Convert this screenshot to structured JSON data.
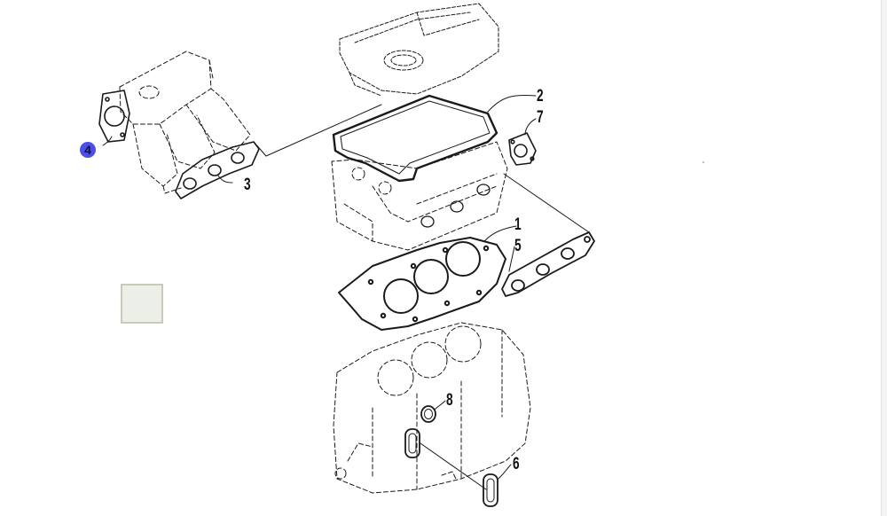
{
  "parts": [
    {
      "id": "part-1",
      "label": "1"
    },
    {
      "id": "part-2",
      "label": "2"
    },
    {
      "id": "part-3",
      "label": "3"
    },
    {
      "id": "part-4",
      "label": "4",
      "selected": true
    },
    {
      "id": "part-5",
      "label": "5"
    },
    {
      "id": "part-6",
      "label": "6"
    },
    {
      "id": "part-7",
      "label": "7"
    },
    {
      "id": "part-8",
      "label": "8"
    }
  ],
  "colors": {
    "line": "#1a1a1a",
    "dash": "#2a2a2a",
    "highlight": "#4b4fe8"
  }
}
